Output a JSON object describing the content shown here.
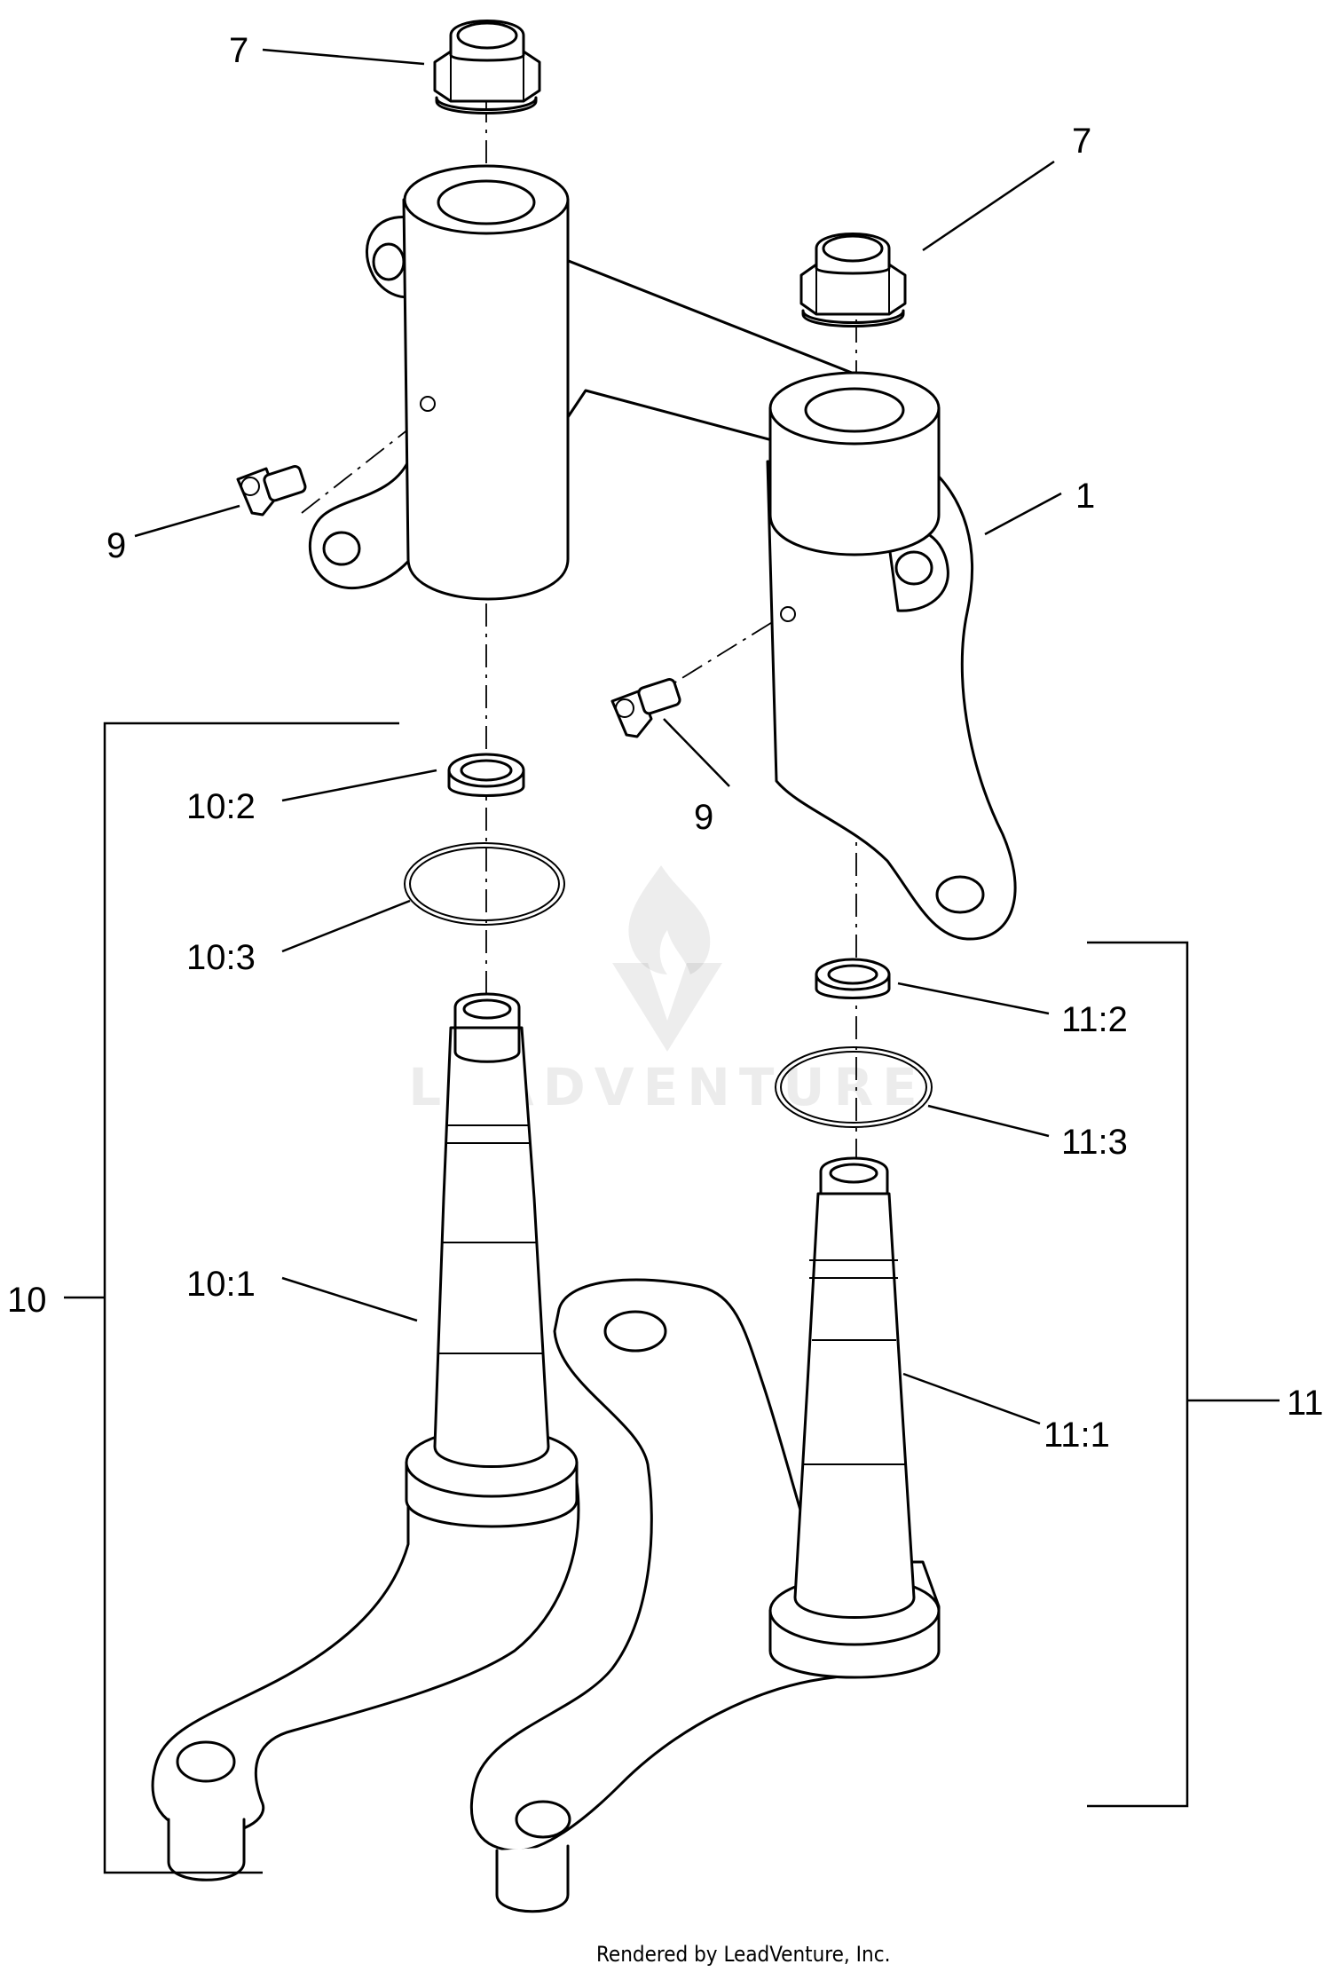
{
  "diagram": {
    "callouts": {
      "nut_left": "7",
      "nut_right": "7",
      "fitting_left": "9",
      "fitting_right": "9",
      "axle_bracket": "1",
      "kit_left": "10",
      "kit_left_spindle": "10:1",
      "kit_left_bushing": "10:2",
      "kit_left_oring": "10:3",
      "kit_right": "11",
      "kit_right_spindle": "11:1",
      "kit_right_bushing": "11:2",
      "kit_right_oring": "11:3"
    },
    "watermark": "LEADVENTURE",
    "credit": "Rendered by LeadVenture, Inc."
  }
}
